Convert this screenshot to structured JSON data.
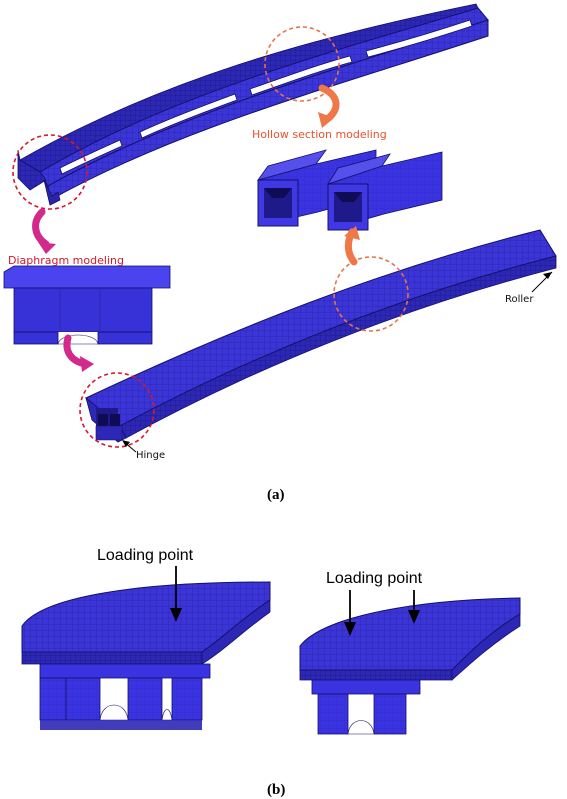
{
  "figure": {
    "panel_a": {
      "label": "(a)",
      "annotations": {
        "hollow_section": "Hollow section modeling",
        "diaphragm": "Diaphragm modeling",
        "roller": "Roller",
        "hinge": "Hinge"
      }
    },
    "panel_b": {
      "label": "(b)",
      "left_annotation": "Loading point",
      "right_annotation": "Loading point"
    }
  },
  "colors": {
    "mesh_blue": "#3b35d8",
    "mesh_dark": "#1e1a8a",
    "mesh_light": "#5f5aec",
    "highlight_circle_orange": "#e8734a",
    "highlight_circle_red": "#d6182a",
    "arrow_orange": "#f07848",
    "arrow_magenta": "#d2298b"
  }
}
